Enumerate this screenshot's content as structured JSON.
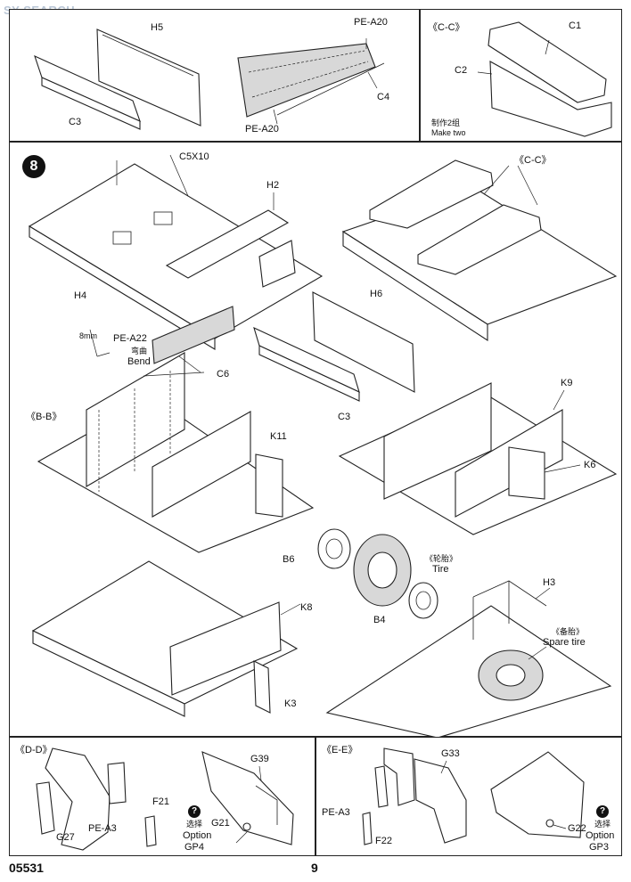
{
  "watermark": {
    "text": "SY SEARCH",
    "sub": ""
  },
  "top_panel": {
    "labels": {
      "h5": "H5",
      "c3": "C3",
      "pe_a20_top": "PE-A20",
      "pe_a20_bottom": "PE-A20",
      "c4": "C4"
    }
  },
  "top_right_panel": {
    "section": "《C-C》",
    "labels": {
      "c1": "C1",
      "c2": "C2"
    },
    "note_cn": "制作2组",
    "note_en": "Make two"
  },
  "main_panel": {
    "step": "8",
    "labels": {
      "c5x10": "C5X10",
      "h2": "H2",
      "h4": "H4",
      "pe_a22": "PE-A22",
      "bend_cn": "弯曲",
      "bend_en": "Bend",
      "dim": "8mm",
      "c6": "C6",
      "h6": "H6",
      "c3": "C3",
      "bb": "《B-B》",
      "cc": "《C-C》",
      "k11": "K11",
      "k9": "K9",
      "k6": "K6",
      "b6": "B6",
      "tire_cn": "《轮胎》",
      "tire_en": "Tire",
      "b4": "B4",
      "k8": "K8",
      "k3": "K3",
      "h3": "H3",
      "spare_cn": "《备胎》",
      "spare_en": "Spare tire"
    }
  },
  "bottom_left_panel": {
    "section": "《D-D》",
    "labels": {
      "g27": "G27",
      "f21": "F21",
      "pe_a3": "PE-A3",
      "g39": "G39",
      "g21": "G21",
      "option_cn": "选择",
      "option_en": "Option",
      "gp": "GP4",
      "q": "?"
    }
  },
  "bottom_right_panel": {
    "section": "《E-E》",
    "labels": {
      "g33": "G33",
      "pe_a3": "PE-A3",
      "f22": "F22",
      "g22": "G22",
      "option_cn": "选择",
      "option_en": "Option",
      "gp": "GP3",
      "q": "?"
    }
  },
  "footer": {
    "code": "05531",
    "page": "9"
  }
}
